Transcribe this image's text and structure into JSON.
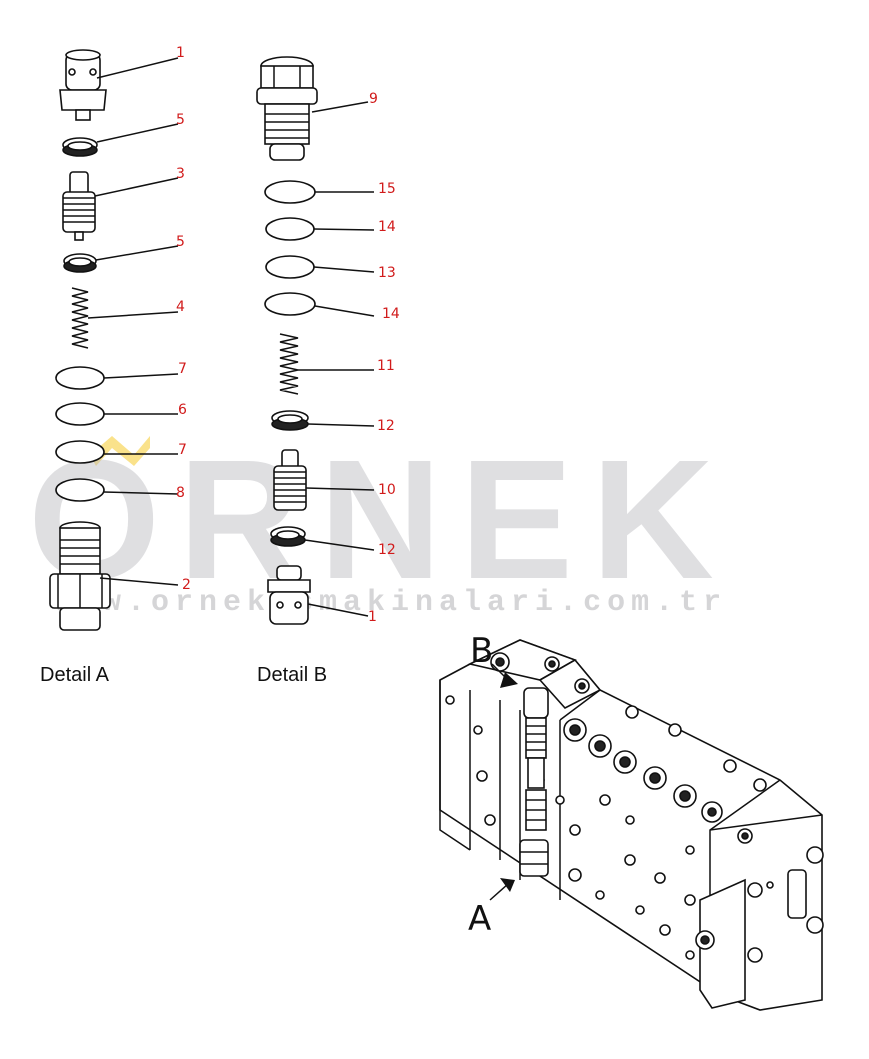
{
  "watermark": {
    "brand": "ORNEK",
    "url": "www.ornekismakinalari.com.tr",
    "accent_color": "#f5c518",
    "gray": "#b9b9bd"
  },
  "details": {
    "a_label": "Detail A",
    "b_label": "Detail B"
  },
  "assembly": {
    "view_a": "A",
    "view_b": "B"
  },
  "callouts_a": [
    "1",
    "5",
    "3",
    "5",
    "4",
    "7",
    "6",
    "7",
    "8",
    "2"
  ],
  "callouts_b": [
    "9",
    "15",
    "14",
    "13",
    "14",
    "11",
    "12",
    "10",
    "12",
    "1"
  ],
  "colors": {
    "callout": "#d11b1b",
    "line": "#111111"
  }
}
